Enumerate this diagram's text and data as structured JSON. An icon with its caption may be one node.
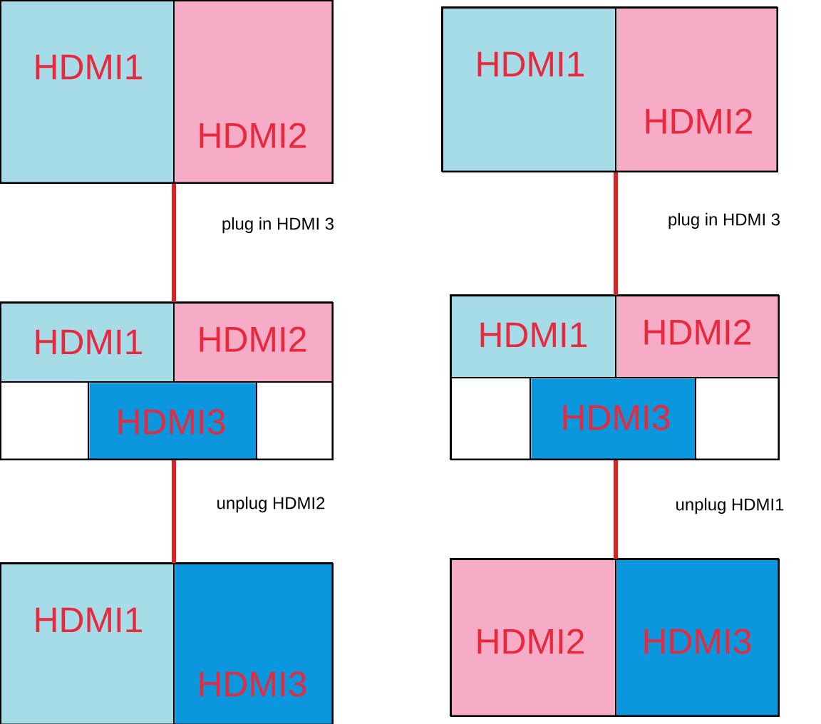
{
  "diagram": {
    "nodes": [
      {
        "text": [],
        "shape": "box"
      },
      {
        "text": [
          "HDMI1"
        ],
        "in": 0
      },
      {
        "text": [
          "HDMI2"
        ],
        "in": 0
      },
      {
        "text": [],
        "shape": "box"
      },
      {
        "text": [
          "HDMI1"
        ],
        "in": 3
      },
      {
        "text": [
          "HDMI2"
        ],
        "in": 3
      },
      {
        "text": [],
        "shape": "box",
        "in": 3
      },
      {
        "text": [
          "HDMI3"
        ],
        "in": 3
      },
      {
        "text": [],
        "shape": "box",
        "in": 3
      },
      {
        "text": [],
        "shape": "box"
      },
      {
        "text": [
          "HDMI1"
        ],
        "in": 9
      },
      {
        "text": [
          "HDMI3"
        ],
        "in": 9
      },
      {
        "text": [],
        "shape": "box"
      },
      {
        "text": [
          "HDMI1"
        ],
        "in": 12
      },
      {
        "text": [
          "HDMI2"
        ],
        "in": 12
      },
      {
        "text": [],
        "shape": "box"
      },
      {
        "text": [
          "HDMI1"
        ],
        "in": 15
      },
      {
        "text": [
          "HDMI2"
        ],
        "in": 15
      },
      {
        "text": [],
        "shape": "box",
        "in": 15
      },
      {
        "text": [
          "HDMI3"
        ],
        "in": 15
      },
      {
        "text": [],
        "shape": "box",
        "in": 15
      },
      {
        "text": [],
        "shape": "box"
      },
      {
        "text": [
          "HDMI2"
        ],
        "in": 21
      },
      {
        "text": [
          "HDMI3"
        ],
        "in": 21
      }
    ],
    "edges": [
      {
        "from": 0,
        "to": 3,
        "arrow": "none",
        "label": "plug in HDMI 3"
      },
      {
        "from": 3,
        "to": 9,
        "arrow": "none",
        "label": "unplug HDMI2"
      },
      {
        "from": 12,
        "to": 15,
        "arrow": "none",
        "label": "plug in HDMI 3"
      },
      {
        "from": 15,
        "to": 21,
        "arrow": "none",
        "label": "unplug HDMI1"
      }
    ]
  }
}
